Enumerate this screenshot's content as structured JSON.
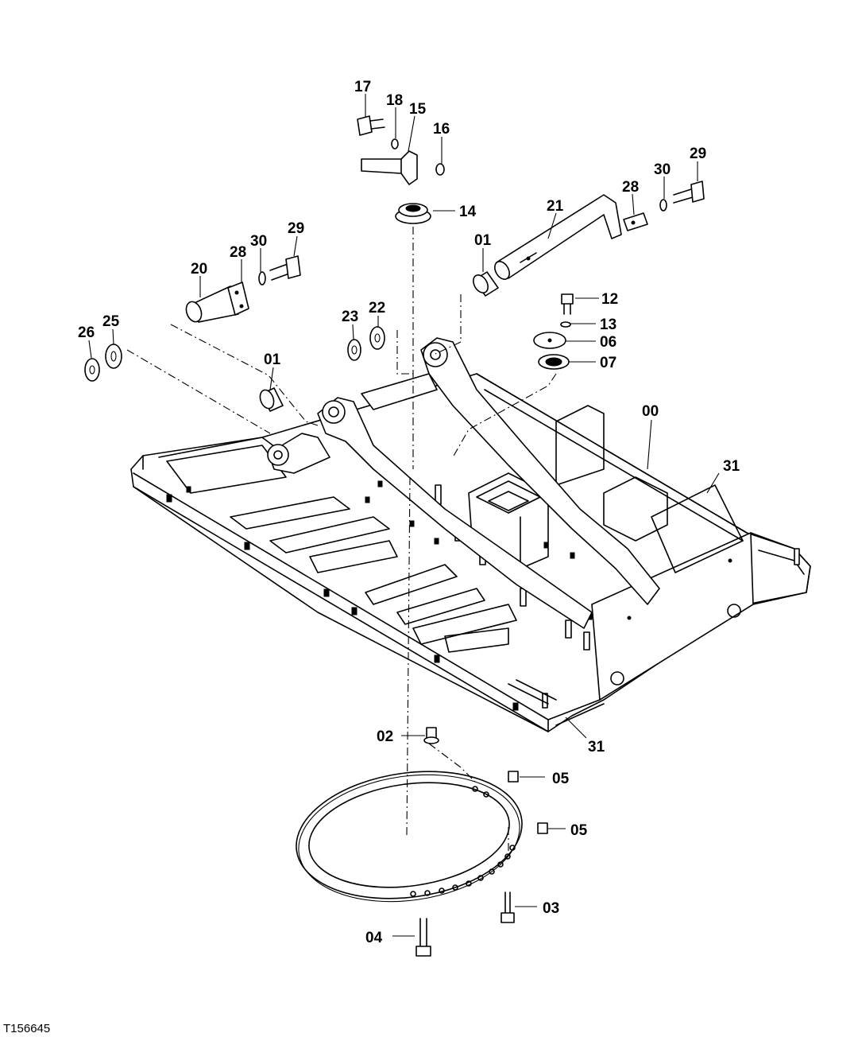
{
  "figure_id": "T156645",
  "labels": {
    "l17": "17",
    "l18": "18",
    "l15": "15",
    "l16": "16",
    "l14": "14",
    "l21": "21",
    "l28a": "28",
    "l30a": "30",
    "l29a": "29",
    "l01a": "01",
    "l20": "20",
    "l28b": "28",
    "l30b": "30",
    "l29b": "29",
    "l26": "26",
    "l25": "25",
    "l23": "23",
    "l22": "22",
    "l01b": "01",
    "l12": "12",
    "l13": "13",
    "l06": "06",
    "l07": "07",
    "l00": "00",
    "l31a": "31",
    "l31b": "31",
    "l02": "02",
    "l05a": "05",
    "l05b": "05",
    "l03": "03",
    "l04": "04"
  }
}
